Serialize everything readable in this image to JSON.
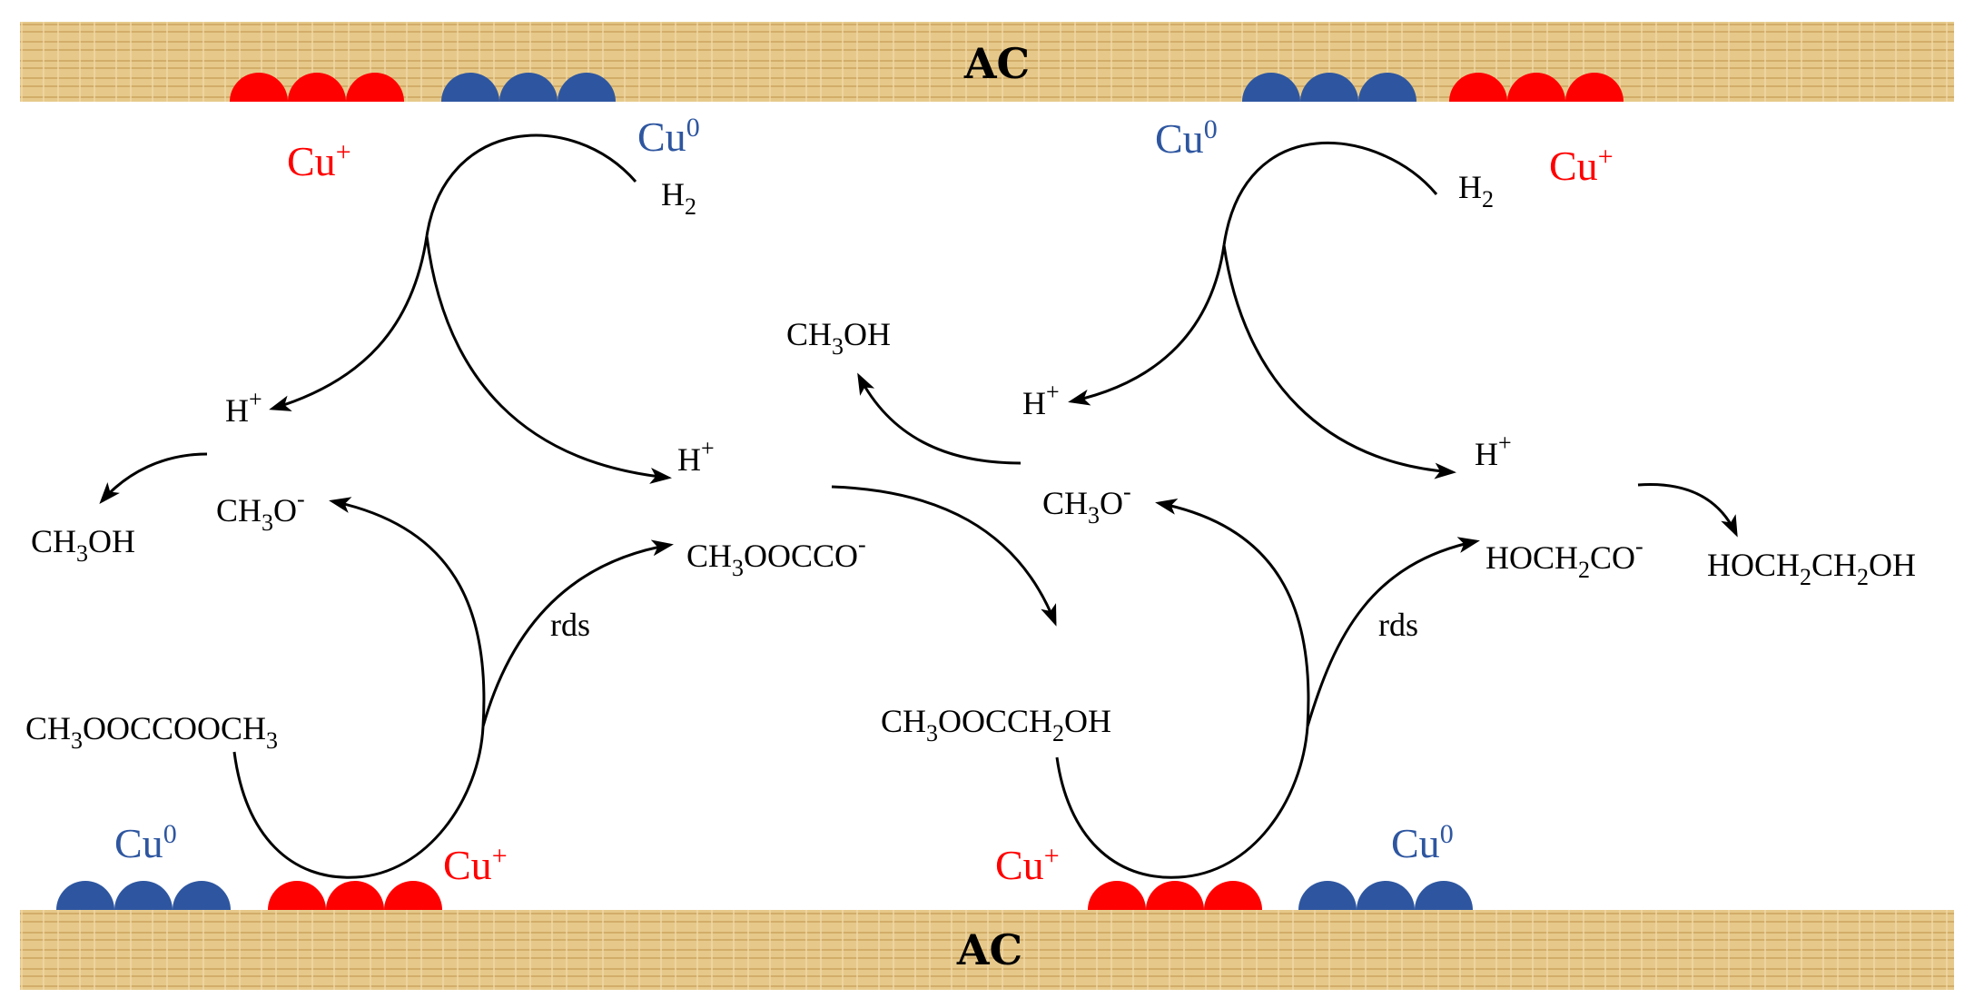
{
  "support": {
    "top_label": "AC",
    "bottom_label": "AC"
  },
  "sites": {
    "cu_plus": {
      "base": "Cu",
      "sup": "+",
      "color": "#ff0000"
    },
    "cu_zero": {
      "base": "Cu",
      "sup": "0",
      "color": "#2e56a0"
    }
  },
  "species": {
    "h2": {
      "base": "H",
      "sub": "2"
    },
    "h_plus": {
      "base": "H",
      "sup": "+"
    },
    "ch3oh": {
      "p1": "CH",
      "s1": "3",
      "p2": "OH"
    },
    "ch3o_minus": {
      "p1": "CH",
      "s1": "3",
      "p2": "O",
      "sup": "-"
    },
    "dmo": {
      "p1": "CH",
      "s1": "3",
      "p2": "OOCCOOCH",
      "s2": "3"
    },
    "ch3ooccoo_minus": {
      "p1": "CH",
      "s1": "3",
      "p2": "OOCCO",
      "sup": "-"
    },
    "mg": {
      "p1": "CH",
      "s1": "3",
      "p2": "OOCCH",
      "s2": "2",
      "p3": "OH"
    },
    "hoch2co_minus": {
      "p1": "HOCH",
      "s1": "2",
      "p2": "CO",
      "sup": "-"
    },
    "eg": {
      "p1": "HOCH",
      "s1": "2",
      "p2": "CH",
      "s2": "2",
      "p3": "OH"
    }
  },
  "rds_label": "rds",
  "colors": {
    "ac_wood": "#e6c98a",
    "cu_plus": "#ff0000",
    "cu_zero": "#2e56a0"
  }
}
